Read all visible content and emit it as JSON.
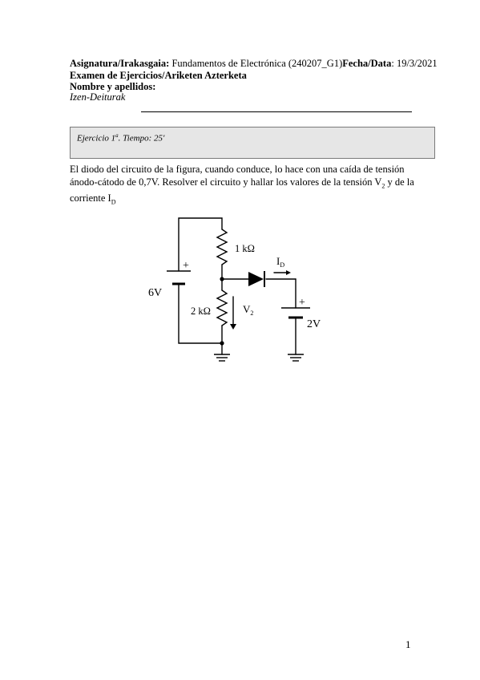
{
  "header": {
    "subject_label": "Asignatura/Irakasgaia:",
    "subject_value": " Fundamentos de Electrónica (240207_G1)",
    "date_label": "Fecha/Data",
    "date_value": ": 19/3/2021",
    "exam_title": "Examen de Ejercicios/Ariketen Azterketa",
    "name_label": "Nombre y apellidos:",
    "name_label_eu": "Izen-Deiturak"
  },
  "exercise": {
    "title_text": "Ejercicio 1",
    "title_sup": "a",
    "time_text": ". Tiempo: 25'"
  },
  "problem": {
    "text_1": "El diodo del circuito de la figura, cuando conduce, lo hace con una caída de tensión ánodo-cátodo de 0,7V. Resolver el circuito y hallar los valores de la tensión V",
    "sub_1": "2",
    "text_2": " y de la corriente I",
    "sub_2": "D"
  },
  "circuit": {
    "source1_label": "6V",
    "source1_plus": "+",
    "r1_label": "1 kΩ",
    "r2_label": "2 kΩ",
    "v2_label": "V",
    "v2_sub": "2",
    "id_label": "I",
    "id_sub": "D",
    "source2_label": "2V",
    "source2_plus": "+"
  },
  "page_number": "1"
}
